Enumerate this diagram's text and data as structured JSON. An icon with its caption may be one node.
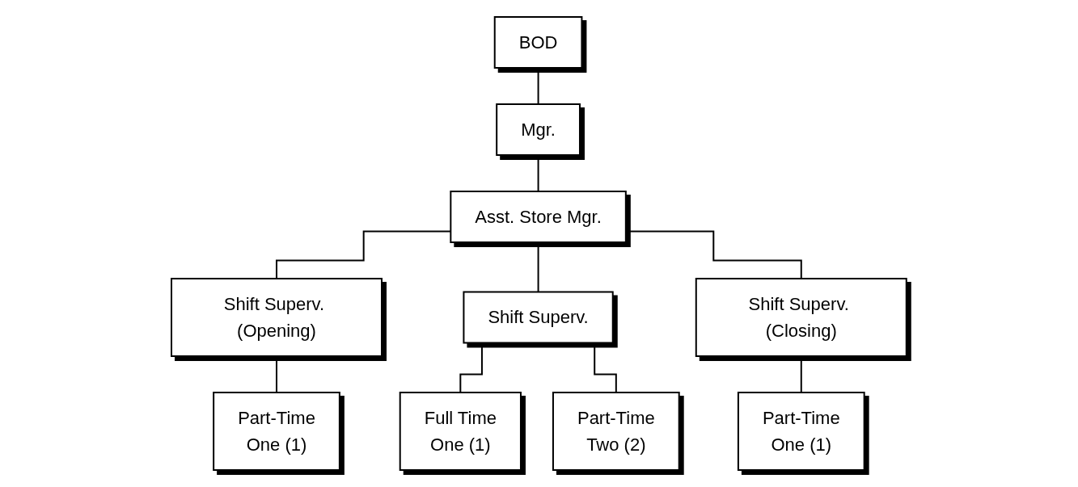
{
  "diagram": {
    "nodes": [
      {
        "text": [
          "BOD"
        ]
      },
      {
        "text": [
          "Mgr."
        ]
      },
      {
        "text": [
          "Asst. Store Mgr."
        ]
      },
      {
        "text": [
          "Shift Superv. (Opening)"
        ]
      },
      {
        "text": [
          "Shift Superv."
        ]
      },
      {
        "text": [
          "Shift Superv. (Closing)"
        ]
      },
      {
        "text": [
          "Part-Time",
          "One (1)"
        ]
      },
      {
        "text": [
          "Full Time",
          "One (1)"
        ]
      },
      {
        "text": [
          "Part-Time",
          "Two (2)"
        ]
      },
      {
        "text": [
          "Part-Time",
          "One (1)"
        ]
      }
    ],
    "edges": [
      {
        "from": 0,
        "to": 1,
        "arrow": "none"
      },
      {
        "from": 1,
        "to": 2,
        "arrow": "none"
      },
      {
        "from": 2,
        "to": 3,
        "arrow": "none"
      },
      {
        "from": 2,
        "to": 4,
        "arrow": "none"
      },
      {
        "from": 2,
        "to": 5,
        "arrow": "none"
      },
      {
        "from": 3,
        "to": 6,
        "arrow": "none"
      },
      {
        "from": 4,
        "to": 7,
        "arrow": "none"
      },
      {
        "from": 4,
        "to": 8,
        "arrow": "none"
      },
      {
        "from": 5,
        "to": 9,
        "arrow": "none"
      }
    ]
  }
}
